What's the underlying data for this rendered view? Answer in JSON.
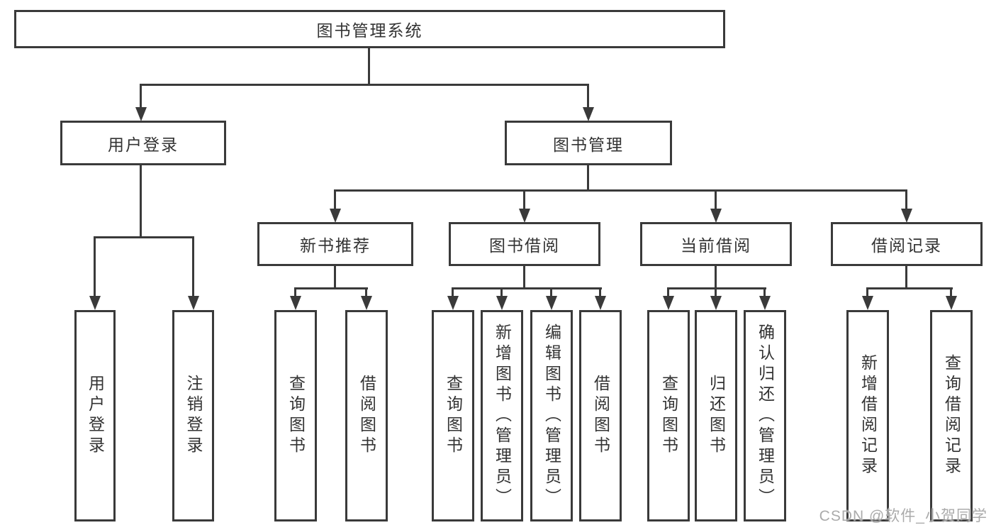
{
  "diagram": {
    "root": {
      "label": "图书管理系统"
    },
    "level2": [
      {
        "label": "用户登录",
        "children": [
          {
            "label": "用户登录"
          },
          {
            "label": "注销登录"
          }
        ]
      },
      {
        "label": "图书管理"
      }
    ],
    "level3": [
      {
        "label": "新书推荐",
        "children": [
          {
            "label": "查询图书"
          },
          {
            "label": "借阅图书"
          }
        ]
      },
      {
        "label": "图书借阅",
        "children": [
          {
            "label": "查询图书"
          },
          {
            "label": "新增图书（管理员）"
          },
          {
            "label": "编辑图书（管理员）"
          },
          {
            "label": "借阅图书"
          }
        ]
      },
      {
        "label": "当前借阅",
        "children": [
          {
            "label": "查询图书"
          },
          {
            "label": "归还图书"
          },
          {
            "label": "确认归还（管理员）"
          }
        ]
      },
      {
        "label": "借阅记录",
        "children": [
          {
            "label": "新增借阅记录"
          },
          {
            "label": "查询借阅记录"
          }
        ]
      }
    ],
    "watermark": "CSDN @软件_小贺同学",
    "colors": {
      "line": "#3a3a3a",
      "text": "#333333",
      "watermark": "#ababab",
      "background": "#ffffff"
    }
  }
}
